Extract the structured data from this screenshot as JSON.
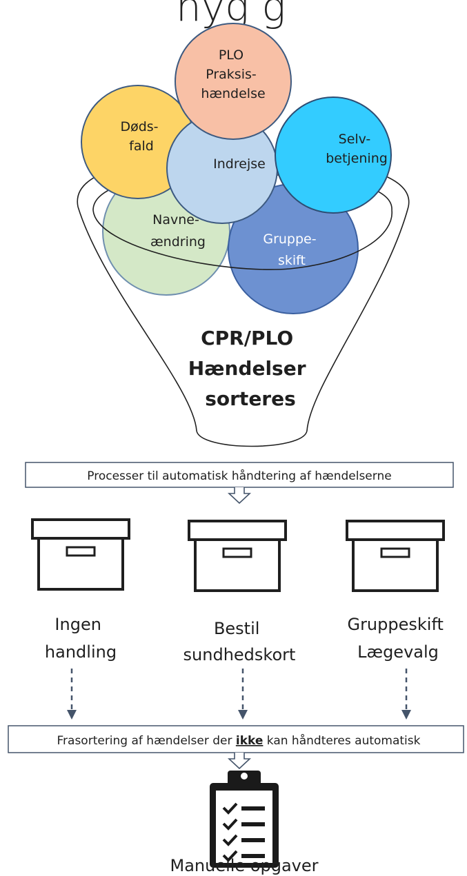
{
  "header": {
    "partial_title": "nyg     g"
  },
  "circles": {
    "plo": {
      "lines": [
        "PLO",
        "Praksis-",
        "hændelse"
      ],
      "color": "#F8C0A6"
    },
    "dodsfald": {
      "lines": [
        "Døds-",
        "fald"
      ],
      "color": "#FDD466"
    },
    "indrejse": {
      "lines": [
        "Indrejse"
      ],
      "color": "#BDD6EE"
    },
    "selvbetjening": {
      "lines": [
        "Selv-",
        "betjening"
      ],
      "color": "#33CCFF"
    },
    "navneaendring": {
      "lines": [
        "Navne-",
        "ændring"
      ],
      "color": "#C5E0B4"
    },
    "gruppeskift": {
      "lines": [
        "Gruppe-",
        "skift"
      ],
      "color": "#4472C4"
    }
  },
  "funnel": {
    "lines": [
      "CPR/PLO",
      "Hændelser",
      "sorteres"
    ]
  },
  "process_bar": {
    "label": "Processer til automatisk håndtering af hændelserne"
  },
  "boxes": [
    {
      "lines": [
        "Ingen",
        "handling"
      ]
    },
    {
      "lines": [
        "Bestil",
        "sundhedskort"
      ]
    },
    {
      "lines": [
        "Gruppeskift",
        "Lægevalg"
      ]
    }
  ],
  "filter_bar": {
    "label_before": "Frasortering af hændelser der ",
    "label_emph": "ikke",
    "label_after": " kan håndteres automatisk"
  },
  "result": {
    "label": "Manuelle opgaver"
  },
  "colors": {
    "stroke": "#1f1f1f",
    "arrow": "#44546A",
    "bar_border": "#44546A"
  }
}
